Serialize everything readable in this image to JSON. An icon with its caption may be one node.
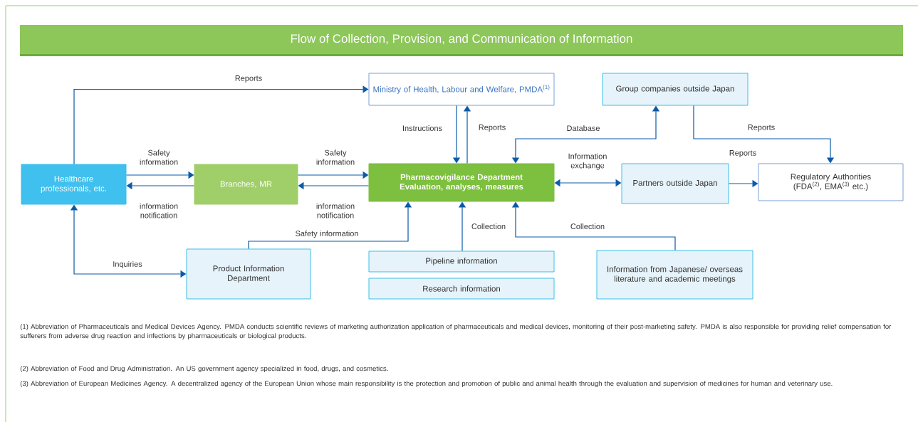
{
  "diagram": {
    "title": "Flow of Collection, Provision, and Communication of Information",
    "nodes": [
      {
        "text": [
          "Healthcare professionals, etc."
        ]
      },
      {
        "text": [
          "Branches, MR"
        ]
      },
      {
        "text": [
          "Ministry of Health, Labour and Welfare, PMDA$^{(1)}$"
        ]
      },
      {
        "text": [
          "Group companies outside Japan"
        ]
      },
      {
        "text": [
          "Pharmacovigilance Department",
          "Evaluation, analyses, measures"
        ]
      },
      {
        "text": [
          "Partners outside Japan"
        ]
      },
      {
        "text": [
          "Regulatory Authorities (FDA$^{(2)}$, EMA$^{(3)}$ etc.)"
        ]
      },
      {
        "text": [
          "Product Information Department"
        ]
      },
      {
        "text": [
          "Pipeline information"
        ]
      },
      {
        "text": [
          "Research information"
        ]
      },
      {
        "text": [
          "Information from Japanese/ overseas literature and academic meetings"
        ]
      }
    ],
    "edges": [
      {
        "from": 0,
        "to": 2,
        "arrow": "to",
        "label": "Reports"
      },
      {
        "from": 0,
        "to": 1,
        "arrow": "to",
        "label": "Safety information"
      },
      {
        "from": 1,
        "to": 0,
        "arrow": "to",
        "label": "information notification"
      },
      {
        "from": 1,
        "to": 4,
        "arrow": "to",
        "label": "Safety information"
      },
      {
        "from": 4,
        "to": 1,
        "arrow": "to",
        "label": "information notification"
      },
      {
        "from": 2,
        "to": 4,
        "arrow": "to",
        "label": "Instructions"
      },
      {
        "from": 4,
        "to": 2,
        "arrow": "to",
        "label": "Reports"
      },
      {
        "from": 4,
        "to": 3,
        "arrow": "both",
        "label": "Database"
      },
      {
        "from": 4,
        "to": 5,
        "arrow": "both",
        "label": "Information exchange"
      },
      {
        "from": 3,
        "to": 6,
        "arrow": "to",
        "label": "Reports"
      },
      {
        "from": 5,
        "to": 6,
        "arrow": "to",
        "label": "Reports"
      },
      {
        "from": 7,
        "to": 4,
        "arrow": "to",
        "label": "Safety information"
      },
      {
        "from": 0,
        "to": 7,
        "arrow": "both",
        "label": "Inquiries"
      },
      {
        "from": 8,
        "to": 4,
        "arrow": "to",
        "label": "Collection"
      },
      {
        "from": 10,
        "to": 4,
        "arrow": "to",
        "label": "Collection"
      }
    ],
    "labels": [
      "(1) Abbreviation of Pharmaceuticals and Medical Devices Agency. PMDA conducts scientific reviews of marketing authorization application of pharmaceuticals and medical devices, monitoring of their post-marketing safety. PMDA is also responsible for providing relief compensation for sufferers from adverse drug reaction and infections by pharmaceuticals or biological products.",
      "(2) Abbreviation of Food and Drug Administration. An US government agency specialized in food, drugs, and cosmetics.",
      "(3) Abbreviation of European Medicines Agency. A decentralized agency of the European Union whose main responsibility is the protection and promotion of public and animal health through the evaluation and supervision of medicines for human and veterinary use."
    ]
  }
}
